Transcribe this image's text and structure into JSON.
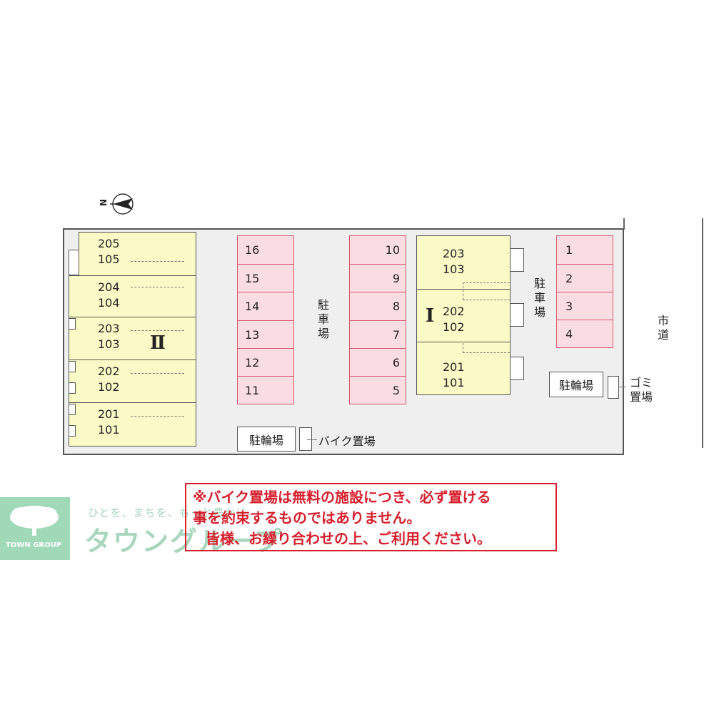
{
  "compass": {
    "north_label": "N"
  },
  "building_2": {
    "label": "Ⅱ",
    "units": [
      {
        "upper": "205",
        "lower": "105"
      },
      {
        "upper": "204",
        "lower": "104"
      },
      {
        "upper": "203",
        "lower": "103"
      },
      {
        "upper": "202",
        "lower": "102"
      },
      {
        "upper": "201",
        "lower": "101"
      }
    ]
  },
  "building_1": {
    "label": "Ⅰ",
    "units": [
      {
        "upper": "203",
        "lower": "103"
      },
      {
        "upper": "202",
        "lower": "102"
      },
      {
        "upper": "201",
        "lower": "101"
      }
    ]
  },
  "parking": {
    "column_a": [
      "16",
      "15",
      "14",
      "13",
      "12",
      "11"
    ],
    "column_b": [
      "10",
      "9",
      "8",
      "7",
      "6",
      "5"
    ],
    "column_c": [
      "1",
      "2",
      "3",
      "4"
    ],
    "label_center": "駐車場",
    "label_right": "駐車場"
  },
  "bicycle_parking_bottom": "駐輪場",
  "bike_parking_label": "バイク置場",
  "bicycle_parking_right": "駐輪場",
  "garbage_label": "ゴミ置場",
  "road_label": "市道",
  "notice": {
    "line1": "※バイク置場は無料の施設につき、必ず置ける",
    "line2": "事を約束するものではありません。",
    "line3": "皆様、お繰り合わせの上、ご利用ください。"
  },
  "logo": {
    "company": "TOWN GROUP",
    "tagline": "ひとを、まちを、もっと豊かに。",
    "brand": "タウングループ"
  },
  "colors": {
    "unit_fill": "#fafac6",
    "parking_fill": "#fadde3",
    "parking_border": "#d65a6e",
    "notice_red": "#d61f2c",
    "logo_green": "#9fd9b7"
  }
}
